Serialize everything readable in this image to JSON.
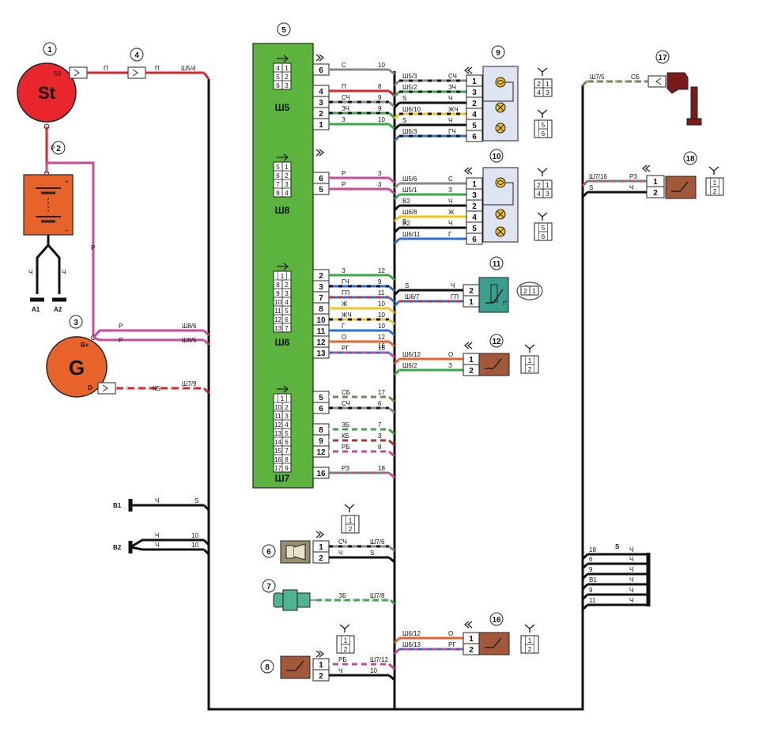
{
  "components": {
    "c1": {
      "num": "1",
      "label": "St",
      "terminal": "50"
    },
    "c2": {
      "num": "2",
      "plus": "+",
      "minus": "–"
    },
    "c3": {
      "num": "3",
      "label": "G",
      "b_plus": "B+",
      "d": "D"
    },
    "c4": {
      "num": "4"
    },
    "c5": {
      "num": "5",
      "blocks": [
        "Ш5",
        "Ш8",
        "Ш6",
        "Ш7"
      ]
    },
    "c6": {
      "num": "6"
    },
    "c7": {
      "num": "7"
    },
    "c8": {
      "num": "8"
    },
    "c9": {
      "num": "9"
    },
    "c10": {
      "num": "10"
    },
    "c11": {
      "num": "11"
    },
    "c12": {
      "num": "12"
    },
    "c16": {
      "num": "16"
    },
    "c17": {
      "num": "17"
    },
    "c18": {
      "num": "18"
    }
  },
  "grounds": {
    "a1": "A1",
    "a2": "A2",
    "b1": "B1",
    "b2": "B2"
  },
  "splice_s": "S",
  "wires_left": {
    "w1": {
      "color": "П",
      "end": "Ш5/4"
    },
    "w2": {
      "color": "Р",
      "end": "Ш8/6"
    },
    "w3": {
      "color": "Р",
      "end": "Ш8/5"
    },
    "w4": {
      "color": "КБ",
      "end": "Ш7/9"
    },
    "w5": {
      "color": "Ч",
      "end": "S"
    },
    "w6": {
      "color": "Ч",
      "end": "10"
    },
    "w7": {
      "color": "Ч",
      "end": "10"
    },
    "wbat": {
      "color": "Р"
    }
  },
  "sh5_rows": [
    {
      "pin": "6",
      "color": "С",
      "dst": "10"
    },
    {
      "pin": "4",
      "color": "П",
      "dst": "8"
    },
    {
      "pin": "3",
      "color": "СЧ",
      "dst": "9"
    },
    {
      "pin": "2",
      "color": "ЗЧ",
      "dst": "9"
    },
    {
      "pin": "1",
      "color": "З",
      "dst": "10"
    }
  ],
  "sh8_rows": [
    {
      "pin": "6",
      "color": "Р",
      "dst": "3"
    },
    {
      "pin": "5",
      "color": "Р",
      "dst": "3"
    }
  ],
  "sh6_rows": [
    {
      "pin": "2",
      "color": "З",
      "dst": "12"
    },
    {
      "pin": "3",
      "color": "ГЧ",
      "dst": "9"
    },
    {
      "pin": "7",
      "color": "ГП",
      "dst": "11"
    },
    {
      "pin": "8",
      "color": "Ж",
      "dst": "10"
    },
    {
      "pin": "10",
      "color": "ЖЧ",
      "dst": "10"
    },
    {
      "pin": "11",
      "color": "Г",
      "dst": "10"
    },
    {
      "pin": "12",
      "color": "О",
      "dst": "12"
    },
    {
      "pin": "13",
      "color": "РГ",
      "dst": "16"
    }
  ],
  "sh6_extra": "16",
  "sh7_rows": [
    {
      "pin": "5",
      "color": "СБ",
      "dst": "17"
    },
    {
      "pin": "6",
      "color": "СЧ",
      "dst": "6"
    },
    {
      "pin": "8",
      "color": "ЗБ",
      "dst": "7"
    },
    {
      "pin": "9",
      "color": "КБ",
      "dst": "3"
    },
    {
      "pin": "12",
      "color": "РБ",
      "dst": "8"
    },
    {
      "pin": "16",
      "color": "РЗ",
      "dst": "18"
    }
  ],
  "sh5_conn": [
    [
      "4",
      "1"
    ],
    [
      "5",
      "2"
    ],
    [
      "6",
      "3"
    ]
  ],
  "sh8_conn": [
    [
      "5",
      "1"
    ],
    [
      "6",
      "2"
    ],
    [
      "7",
      "3"
    ],
    [
      "8",
      "4"
    ]
  ],
  "sh6_conn": [
    [
      "1",
      ""
    ],
    [
      "8",
      "2"
    ],
    [
      "9",
      "3"
    ],
    [
      "10",
      "4"
    ],
    [
      "11",
      "5"
    ],
    [
      "12",
      "6"
    ],
    [
      "13",
      "7"
    ]
  ],
  "sh7_conn": [
    [
      "1",
      ""
    ],
    [
      "10",
      "2"
    ],
    [
      "11",
      "3"
    ],
    [
      "12",
      "4"
    ],
    [
      "13",
      "5"
    ],
    [
      "14",
      "6"
    ],
    [
      "15",
      "7"
    ],
    [
      "16",
      "8"
    ],
    [
      "17",
      "9"
    ]
  ],
  "c9_rows": [
    {
      "src": "Ш5/3",
      "color": "СЧ",
      "pin": "1"
    },
    {
      "src": "Ш5/2",
      "color": "ЗЧ",
      "pin": "3"
    },
    {
      "src": "S",
      "color": "Ч",
      "pin": "2"
    },
    {
      "src": "Ш6/10",
      "color": "ЖЧ",
      "pin": "4"
    },
    {
      "src": "S",
      "color": "Ч",
      "pin": "5"
    },
    {
      "src": "Ш6/3",
      "color": "ГЧ",
      "pin": "6"
    }
  ],
  "c10_rows": [
    {
      "src": "Ш5/6",
      "color": "С",
      "pin": "1"
    },
    {
      "src": "Ш5/1",
      "color": "З",
      "pin": "3"
    },
    {
      "src": "В2",
      "color": "Ч",
      "pin": "2"
    },
    {
      "src": "Ш6/8",
      "color": "Ж",
      "pin": "4"
    },
    {
      "src": "В2",
      "color": "Ч",
      "pin": "5"
    },
    {
      "src": "Ш6/11",
      "color": "Г",
      "pin": "6"
    }
  ],
  "c10_extra": "S",
  "c11_rows": [
    {
      "src": "S",
      "color": "Ч",
      "pin": "2"
    },
    {
      "src": "Ш6/7",
      "color": "ГП",
      "pin": "1"
    }
  ],
  "c12_rows": [
    {
      "src": "Ш6/12",
      "color": "О",
      "pin": "1"
    },
    {
      "src": "Ш6/2",
      "color": "З",
      "pin": "2"
    }
  ],
  "c16_rows": [
    {
      "src": "Ш6/12",
      "color": "О",
      "pin": "1"
    },
    {
      "src": "Ш6/13",
      "color": "РГ",
      "pin": "2"
    }
  ],
  "c6_rows": [
    {
      "pin": "1",
      "color": "СЧ",
      "dst": "Ш7/6"
    },
    {
      "pin": "2",
      "color": "Ч",
      "dst": "S"
    }
  ],
  "c7_row": {
    "color": "ЗБ",
    "dst": "Ш7/8"
  },
  "c8_rows": [
    {
      "pin": "1",
      "color": "РБ",
      "dst": "Ш7/12"
    },
    {
      "pin": "2",
      "color": "Ч",
      "dst": "10"
    }
  ],
  "c17_row": {
    "src": "Ш7/5",
    "color": "СБ"
  },
  "c18_rows": [
    {
      "src": "Ш7/16",
      "color": "РЗ",
      "pin": "1"
    },
    {
      "src": "S",
      "color": "Ч",
      "pin": "2"
    }
  ],
  "s_rows": [
    {
      "src": "18",
      "color": "Ч"
    },
    {
      "src": "6",
      "color": "Ч"
    },
    {
      "src": "9",
      "color": "Ч"
    },
    {
      "src": "В1",
      "color": "Ч"
    },
    {
      "src": "9",
      "color": "Ч"
    },
    {
      "src": "11",
      "color": "Ч"
    }
  ],
  "plug_6pin": [
    [
      "2",
      "1"
    ],
    [
      "4",
      "3"
    ]
  ],
  "plug_2pin": [
    "1",
    "2"
  ],
  "plug_56": [
    "5",
    "6"
  ],
  "plug_11": [
    "2",
    "1"
  ]
}
